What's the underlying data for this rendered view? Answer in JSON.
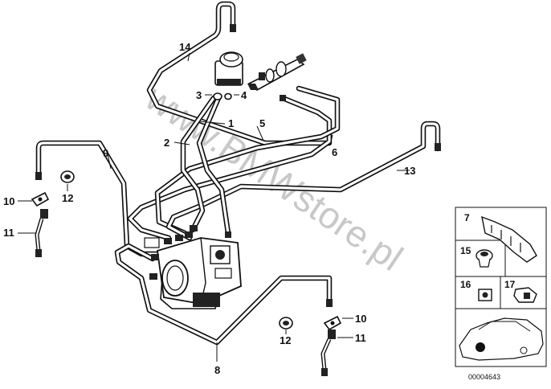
{
  "callouts": [
    {
      "id": "c1",
      "text": "1"
    },
    {
      "id": "c2",
      "text": "2"
    },
    {
      "id": "c3",
      "text": "3"
    },
    {
      "id": "c4",
      "text": "4"
    },
    {
      "id": "c5",
      "text": "5"
    },
    {
      "id": "c6",
      "text": "6"
    },
    {
      "id": "c7",
      "text": "7"
    },
    {
      "id": "c8",
      "text": "8"
    },
    {
      "id": "c9",
      "text": "9"
    },
    {
      "id": "c10a",
      "text": "10"
    },
    {
      "id": "c10b",
      "text": "10"
    },
    {
      "id": "c11a",
      "text": "11"
    },
    {
      "id": "c11b",
      "text": "11"
    },
    {
      "id": "c12a",
      "text": "12"
    },
    {
      "id": "c12b",
      "text": "12"
    },
    {
      "id": "c13",
      "text": "13"
    },
    {
      "id": "c14",
      "text": "14"
    },
    {
      "id": "c15",
      "text": "15"
    },
    {
      "id": "c16",
      "text": "16"
    },
    {
      "id": "c17",
      "text": "17"
    }
  ],
  "watermark": "www.BMWstore.pl",
  "reference_number": "00004643"
}
